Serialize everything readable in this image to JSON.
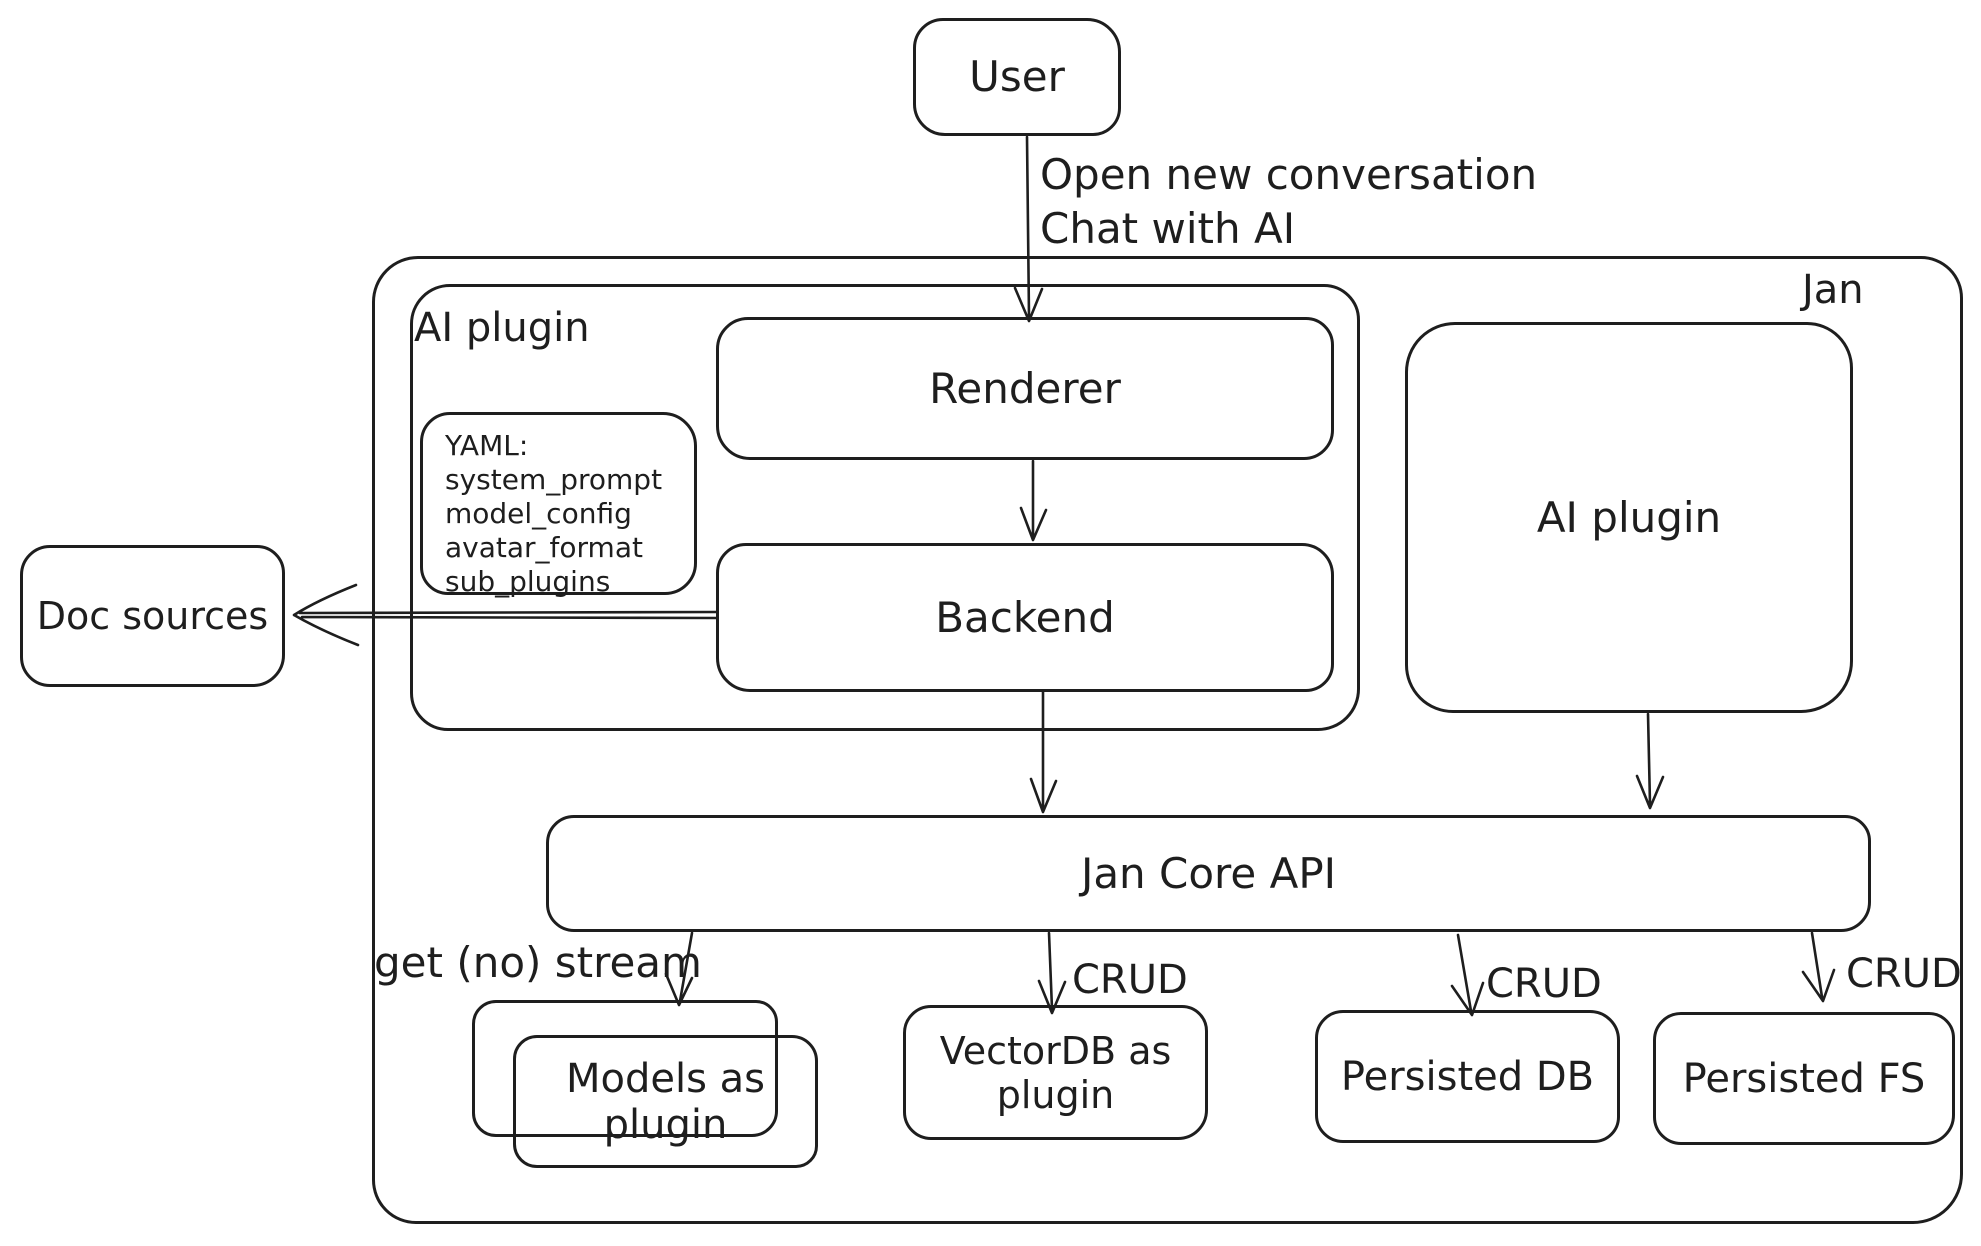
{
  "canvas": {
    "background_color": "#ffffff",
    "stroke_color": "#1e1e1e"
  },
  "nodes": {
    "user": {
      "label": "User"
    },
    "jan_container": {
      "label": "Jan"
    },
    "ai_plugin_left": {
      "label": "AI plugin"
    },
    "renderer": {
      "label": "Renderer"
    },
    "yaml_note": {
      "title": "YAML:",
      "items": [
        "system_prompt",
        "model_config",
        "avatar_format",
        "sub_plugins"
      ]
    },
    "backend": {
      "label": "Backend"
    },
    "doc_sources": {
      "label": "Doc sources"
    },
    "ai_plugin_right": {
      "label": "AI plugin"
    },
    "jan_core_api": {
      "label": "Jan Core API"
    },
    "models_plugin": {
      "line1": "Models as",
      "line2": "plugin"
    },
    "vectordb_plugin": {
      "line1": "VectorDB as",
      "line2": "plugin"
    },
    "persisted_db": {
      "label": "Persisted DB"
    },
    "persisted_fs": {
      "label": "Persisted FS"
    }
  },
  "edges": {
    "user_to_renderer": {
      "line1": "Open new conversation",
      "line2": "Chat with AI"
    },
    "jancore_to_models": {
      "label": "get (no) stream"
    },
    "jancore_to_vectordb": {
      "label": "CRUD"
    },
    "jancore_to_persisted_db": {
      "label": "CRUD"
    },
    "jancore_to_persisted_fs": {
      "label": "CRUD"
    }
  }
}
